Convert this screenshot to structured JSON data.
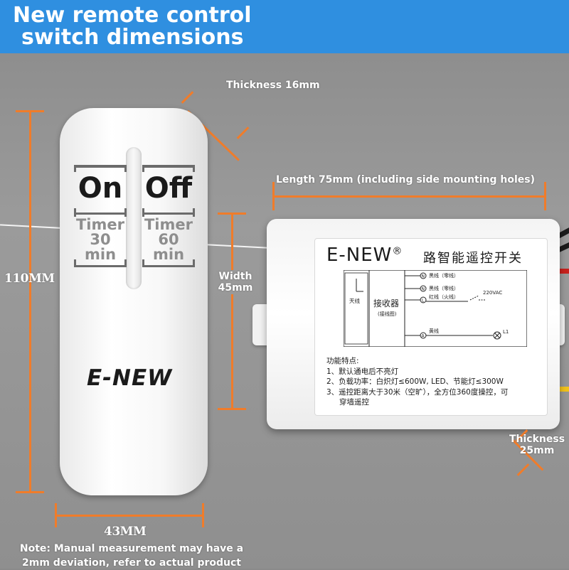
{
  "header": {
    "title_line1": "New remote control",
    "title_line2": "switch dimensions"
  },
  "remote": {
    "buttons": [
      {
        "main": "On",
        "timer_label": "Timer",
        "timer_value": "30",
        "timer_unit": "min"
      },
      {
        "main": "Off",
        "timer_label": "Timer",
        "timer_value": "60",
        "timer_unit": "min"
      }
    ],
    "brand": "E-NEW"
  },
  "receiver": {
    "brand": "E-NEW",
    "brand_mark": "®",
    "product_name": "路智能遥控开关",
    "schematic": {
      "antenna_label": "天线",
      "module_label": "接收器",
      "module_sub": "(接线图)",
      "wire1": "黑线（零线）",
      "wire2": "黑线（零线）",
      "wire3": "红线（火线）",
      "voltage": "220VAC",
      "wire4": "黄线",
      "load": "L1",
      "terminal_n": "N",
      "terminal_l": "L",
      "terminal_a": "A"
    },
    "features_title": "功能特点:",
    "features": [
      "1、默认通电后不亮灯",
      "2、负载功率：白炽灯≤600W, LED、节能灯≤300W",
      "3、遥控距离大于30米（空旷），全方位360度操控，可",
      "穿墙遥控"
    ]
  },
  "dimensions": {
    "remote_thickness": "Thickness 16mm",
    "receiver_length": "Length 75mm (including side mounting holes)",
    "receiver_width_label": "Width",
    "receiver_width_value": "45mm",
    "remote_height": "110MM",
    "remote_width": "43MM",
    "receiver_thickness_label": "Thickness",
    "receiver_thickness_value": "25mm"
  },
  "footnote": {
    "line1": "Note: Manual measurement may have a",
    "line2": "2mm deviation, refer to actual product"
  },
  "colors": {
    "banner": "#2f8fe0",
    "dimension_line": "#f07c2a",
    "wire_black": "#1b1b1b",
    "wire_red": "#c8211d",
    "wire_yellow": "#f2c21b"
  }
}
